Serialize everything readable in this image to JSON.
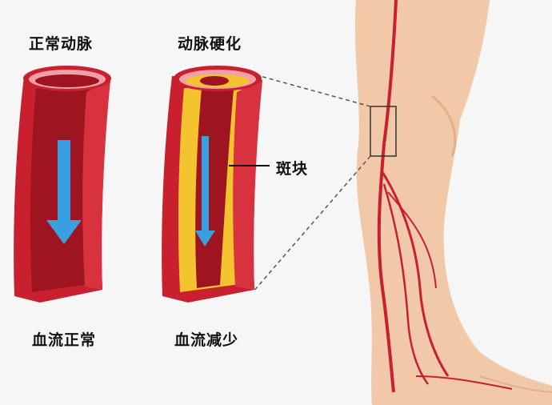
{
  "labels": {
    "normal_artery": "正常动脉",
    "hardened_artery": "动脉硬化",
    "plaque": "斑块",
    "normal_flow": "血流正常",
    "reduced_flow": "血流减少"
  },
  "colors": {
    "artery_wall": "#c8202e",
    "lumen": "#9e1420",
    "inner_ring": "#f2a0a8",
    "plaque": "#f4c430",
    "flow_arrow": "#3a9fe0",
    "skin": "#f1c9a8",
    "leg_artery": "#c8202e"
  }
}
